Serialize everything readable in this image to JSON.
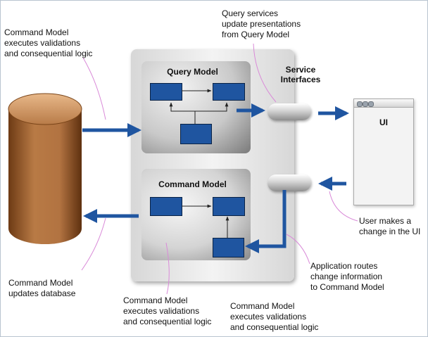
{
  "notes": {
    "top_left": "Command Model\nexecutes validations\nand consequential logic",
    "top_middle": "Query services\nupdate presentations\nfrom Query Model",
    "bottom_left": "Command Model\nupdates database",
    "bottom_middle": "Command Model\nexecutes validations\nand consequential logic",
    "bottom_right": "Command Model\nexecutes validations\nand consequential logic",
    "routes": "Application routes\nchange information\nto Command Model",
    "user": "User makes a\nchange in the UI"
  },
  "query_model": {
    "title": "Query Model"
  },
  "command_model": {
    "title": "Command Model"
  },
  "service": {
    "title": "Service\nInterfaces"
  },
  "ui": {
    "label": "UI"
  },
  "colors": {
    "arrow": "#1f55a0",
    "box": "#1f55a0",
    "callout": "#d98ad8",
    "cylinder": "#9a5a2b"
  }
}
